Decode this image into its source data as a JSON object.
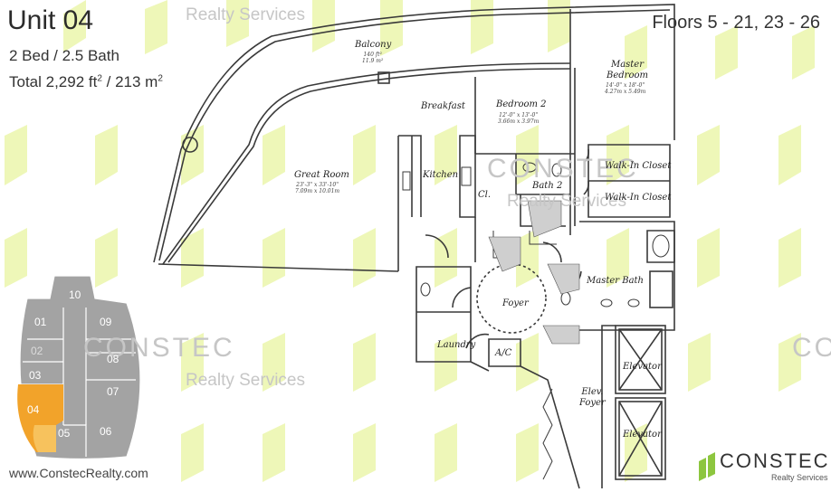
{
  "unit": {
    "title": "Unit 04",
    "beds_baths": "2 Bed / 2.5 Bath",
    "total_prefix": "Total 2,292 ft",
    "total_sup1": "2",
    "total_mid": " / 213 m",
    "total_sup2": "2"
  },
  "floors": "Floors 5 - 21, 23 - 26",
  "watermark": {
    "brand": "CONSTEC",
    "services": "Realty Services"
  },
  "website": "www.ConstecRealty.com",
  "logo": {
    "name": "CONSTEC",
    "tagline": "Realty Services"
  },
  "rooms": {
    "balcony": {
      "name": "Balcony",
      "dims": [
        "140 ft²",
        "11.9 m²"
      ]
    },
    "breakfast": {
      "name": "Breakfast"
    },
    "bedroom2": {
      "name": "Bedroom 2",
      "dims": [
        "12'-0\" x 13'-0\"",
        "3.66m x 3.97m"
      ]
    },
    "master_bedroom": {
      "name": "Master Bedroom",
      "name_line1": "Master",
      "name_line2": "Bedroom",
      "dims": [
        "14'-0\" x 18'-0\"",
        "4.27m x 5.49m"
      ]
    },
    "great_room": {
      "name": "Great Room",
      "dims": [
        "23'-3\" x 33'-10\"",
        "7.09m x 10.01m"
      ]
    },
    "kitchen": {
      "name": "Kitchen"
    },
    "closet": {
      "name": "Cl."
    },
    "bath2": {
      "name": "Bath 2"
    },
    "walk_in_1": {
      "name": "Walk-In Closet"
    },
    "walk_in_2": {
      "name": "Walk-In Closet"
    },
    "foyer": {
      "name": "Foyer"
    },
    "master_bath": {
      "name": "Master Bath"
    },
    "laundry": {
      "name": "Laundry"
    },
    "ac": {
      "name": "A/C"
    },
    "elev_foyer": {
      "name": "Elev. Foyer",
      "line1": "Elev.",
      "line2": "Foyer"
    },
    "elevator1": {
      "name": "Elevator"
    },
    "elevator2": {
      "name": "Elevator"
    }
  },
  "keyplan": {
    "units": [
      "10",
      "01",
      "09",
      "02",
      "08",
      "03",
      "07",
      "04",
      "05",
      "06"
    ],
    "highlight": "04",
    "colors": {
      "base": "#a3a3a3",
      "highlight": "#f2a32a",
      "highlight_soft": "#f8c96a"
    }
  },
  "colors": {
    "watermark_green": "#eef7b8",
    "logo_green": "#8dc63f",
    "line": "#3a3a3a"
  }
}
